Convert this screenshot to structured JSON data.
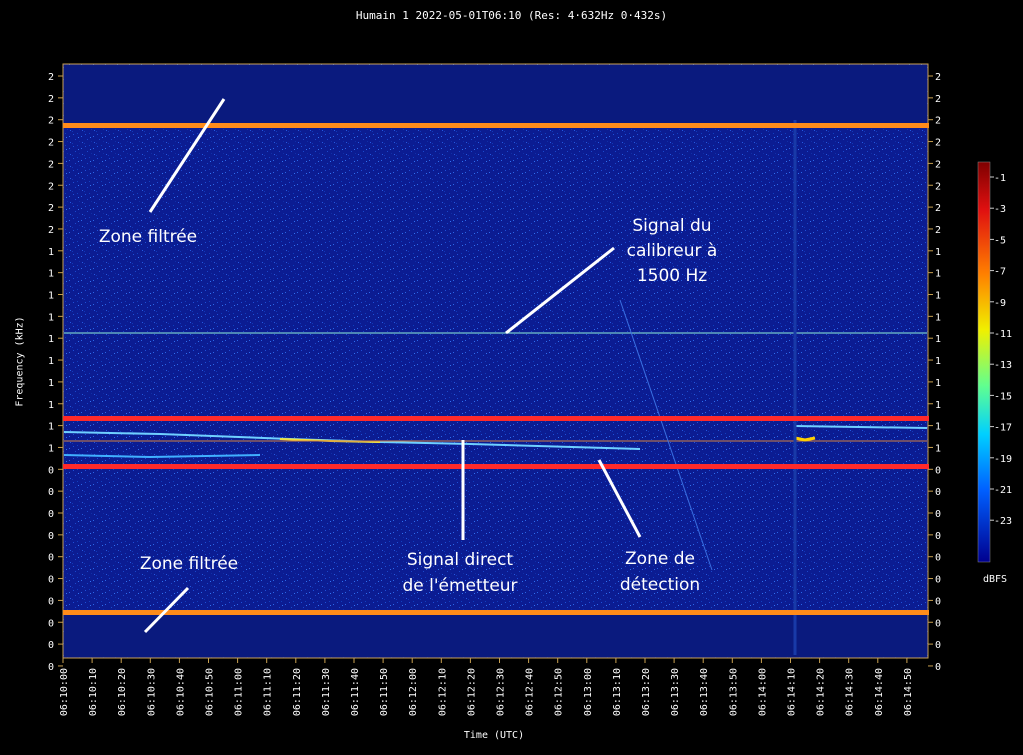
{
  "chart_data": {
    "type": "heatmap",
    "title": "Humain 1 2022-05-01T06:10 (Res: 4·632Hz 0·432s)",
    "xlabel": "Time (UTC)",
    "ylabel": "Frequency (kHz)",
    "colorbar_label": "dBFS",
    "colorbar_ticks": [
      "-1",
      "-3",
      "-5",
      "-7",
      "-9",
      "-11",
      "-13",
      "-15",
      "-17",
      "-19",
      "-21",
      "-23"
    ],
    "x_ticks": [
      "06:10:00",
      "06:10:10",
      "06:10:20",
      "06:10:30",
      "06:10:40",
      "06:10:50",
      "06:11:00",
      "06:11:10",
      "06:11:20",
      "06:11:30",
      "06:11:40",
      "06:11:50",
      "06:12:00",
      "06:12:10",
      "06:12:20",
      "06:12:30",
      "06:12:40",
      "06:12:50",
      "06:13:00",
      "06:13:10",
      "06:13:20",
      "06:13:30",
      "06:13:40",
      "06:13:50",
      "06:14:00",
      "06:14:10",
      "06:14:20",
      "06:14:30",
      "06:14:40",
      "06:14:50"
    ],
    "y_ticks": [
      "2",
      "2",
      "2",
      "2",
      "2",
      "2",
      "2",
      "2",
      "1",
      "1",
      "1",
      "1",
      "1",
      "1",
      "1",
      "1",
      "1",
      "1",
      "0",
      "0",
      "0",
      "0",
      "0",
      "0",
      "0",
      "0",
      "0",
      "0"
    ],
    "colors": {
      "background": "#0a1a8c",
      "orange_band": "#ff8c1a",
      "red_band": "#ff2a2a",
      "calibrator_line": "#8ff0d8"
    },
    "annotations": [
      {
        "lines": [
          "Zone filtrée"
        ]
      },
      {
        "lines": [
          "Signal du",
          "calibreur à",
          "1500 Hz"
        ]
      },
      {
        "lines": [
          "Zone filtrée"
        ]
      },
      {
        "lines": [
          "Signal direct",
          "de l'émetteur"
        ]
      },
      {
        "lines": [
          "Zone de",
          "détection"
        ]
      }
    ]
  }
}
